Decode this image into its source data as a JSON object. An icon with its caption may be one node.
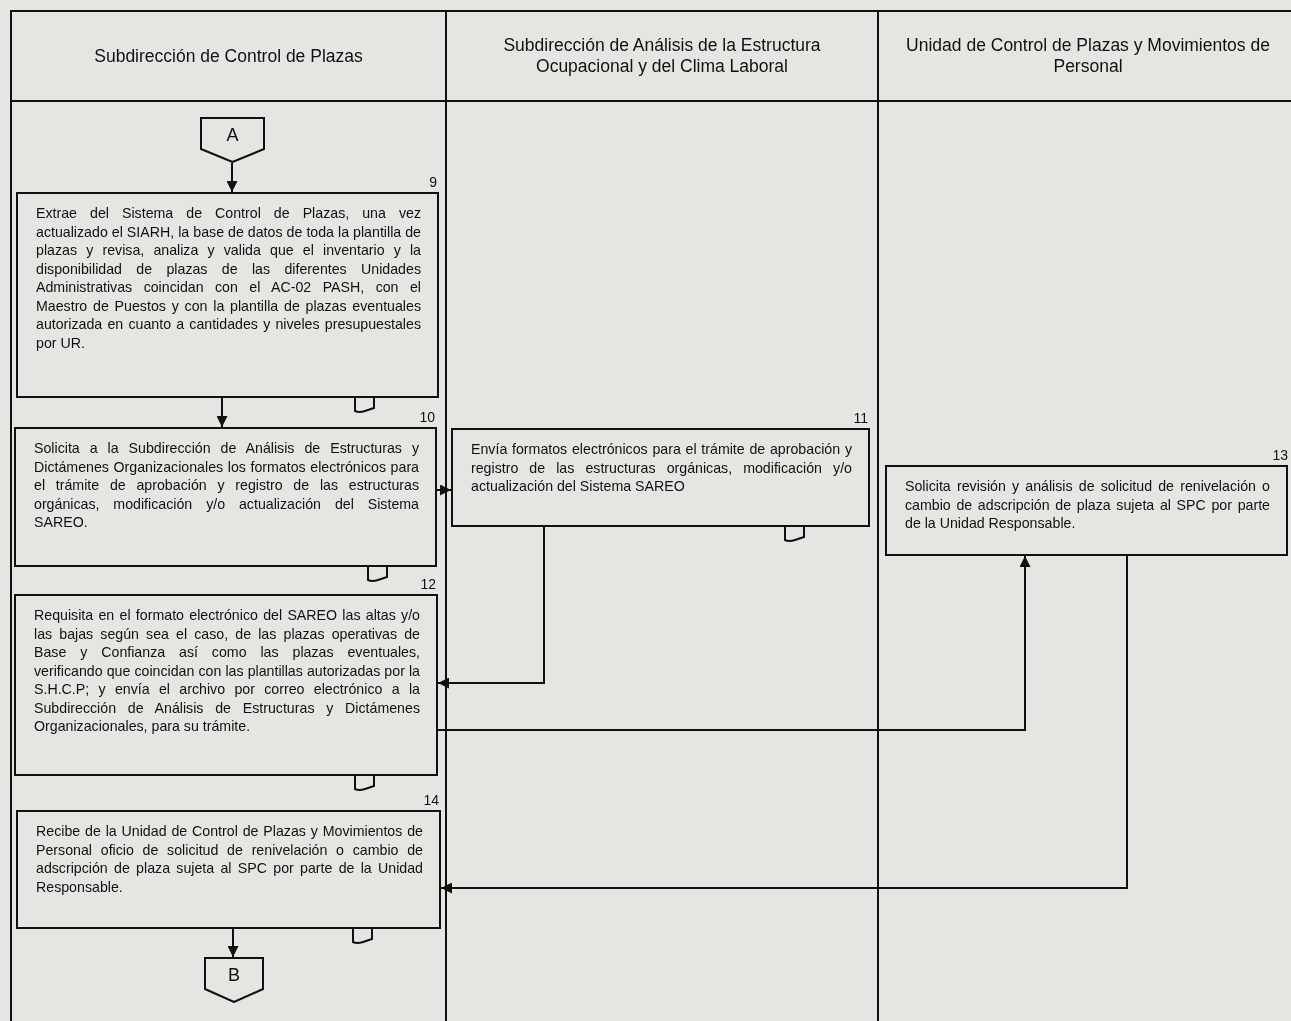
{
  "diagram": {
    "nodes": [
      {
        "text": [
          "Subdirección de Control de Plazas"
        ]
      },
      {
        "text": [
          "Subdirección de Análisis de la Estructura Ocupacional y del  Clima Laboral"
        ]
      },
      {
        "text": [
          "Unidad de Control de Plazas y Movimientos de Personal"
        ]
      },
      {
        "text": [
          "A"
        ],
        "in": 0
      },
      {
        "text": [
          "Extrae del Sistema de Control de Plazas, una vez actualizado el SIARH, la base de datos de toda la plantilla de plazas y revisa, analiza y valida que el inventario y la disponibilidad de plazas de las diferentes Unidades Administrativas coincidan con el AC-02 PASH, con el Maestro de Puestos y con la plantilla de plazas eventuales autorizada en cuanto a cantidades y niveles presupuestales por UR."
        ],
        "beside": [
          "9"
        ],
        "in": 0
      },
      {
        "text": [
          "Solicita a la Subdirección de Análisis de Estructuras y Dictámenes Organizacionales los formatos electrónicos para el trámite de aprobación y registro de las estructuras orgánicas, modificación y/o actualización del Sistema SAREO."
        ],
        "beside": [
          "10"
        ],
        "in": 0
      },
      {
        "text": [
          "Envía formatos electrónicos para el trámite de aprobación y registro de las estructuras orgánicas, modificación y/o actualización del Sistema SAREO"
        ],
        "beside": [
          "11"
        ],
        "in": 1
      },
      {
        "text": [
          "Requisita en el formato electrónico del SAREO las altas y/o las bajas según sea el caso, de las plazas operativas de Base y Confianza así como las plazas eventuales, verificando que coincidan con las plantillas autorizadas por la S.H.C.P; y envía el archivo por correo electrónico a la Subdirección de Análisis de Estructuras y Dictámenes Organizacionales, para su trámite."
        ],
        "beside": [
          "12"
        ],
        "in": 0
      },
      {
        "text": [
          "Solicita revisión y análisis de solicitud de renivelación o cambio de adscripción de plaza sujeta al SPC por parte de la Unidad Responsable."
        ],
        "beside": [
          "13"
        ],
        "in": 2
      },
      {
        "text": [
          "Recibe de la Unidad de Control de Plazas y Movimientos de Personal oficio de solicitud de renivelación o cambio de adscripción de plaza sujeta al SPC por parte de la Unidad Responsable."
        ],
        "beside": [
          "14"
        ],
        "in": 0
      },
      {
        "text": [
          "B"
        ],
        "in": 0
      }
    ],
    "edges": [
      {
        "from": 3,
        "to": 4,
        "arrow": "to"
      },
      {
        "from": 4,
        "to": 5,
        "arrow": "to"
      },
      {
        "from": 5,
        "to": 6,
        "arrow": "to"
      },
      {
        "from": 6,
        "to": 7,
        "arrow": "to"
      },
      {
        "from": 7,
        "to": 8,
        "arrow": "to"
      },
      {
        "from": 8,
        "to": 9,
        "arrow": "to"
      },
      {
        "from": 9,
        "to": 10,
        "arrow": "to"
      }
    ]
  }
}
